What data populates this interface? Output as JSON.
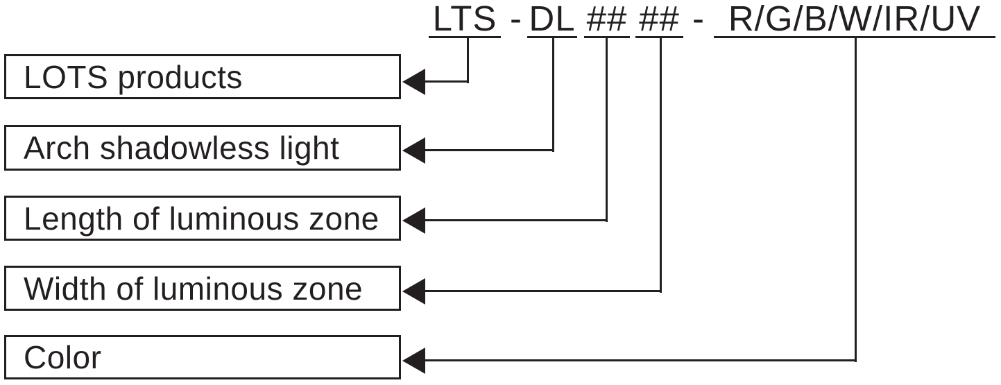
{
  "title_code": {
    "full": "LTS -DL ## ## - R/G/B/W/IR/UV",
    "parts": [
      "LTS",
      "-",
      "DL",
      "##",
      "##",
      "-",
      "R/G/B/W/IR/UV"
    ]
  },
  "rows": [
    {
      "label": "LOTS products",
      "code": "LTS"
    },
    {
      "label": "Arch shadowless light",
      "code": "DL"
    },
    {
      "label": "Length of luminous zone",
      "code": "##"
    },
    {
      "label": "Width of luminous zone",
      "code": "##"
    },
    {
      "label": "Color",
      "code": "R/G/B/W/IR/UV"
    }
  ],
  "colors": {
    "ink": "#231f20",
    "background": "#ffffff"
  }
}
